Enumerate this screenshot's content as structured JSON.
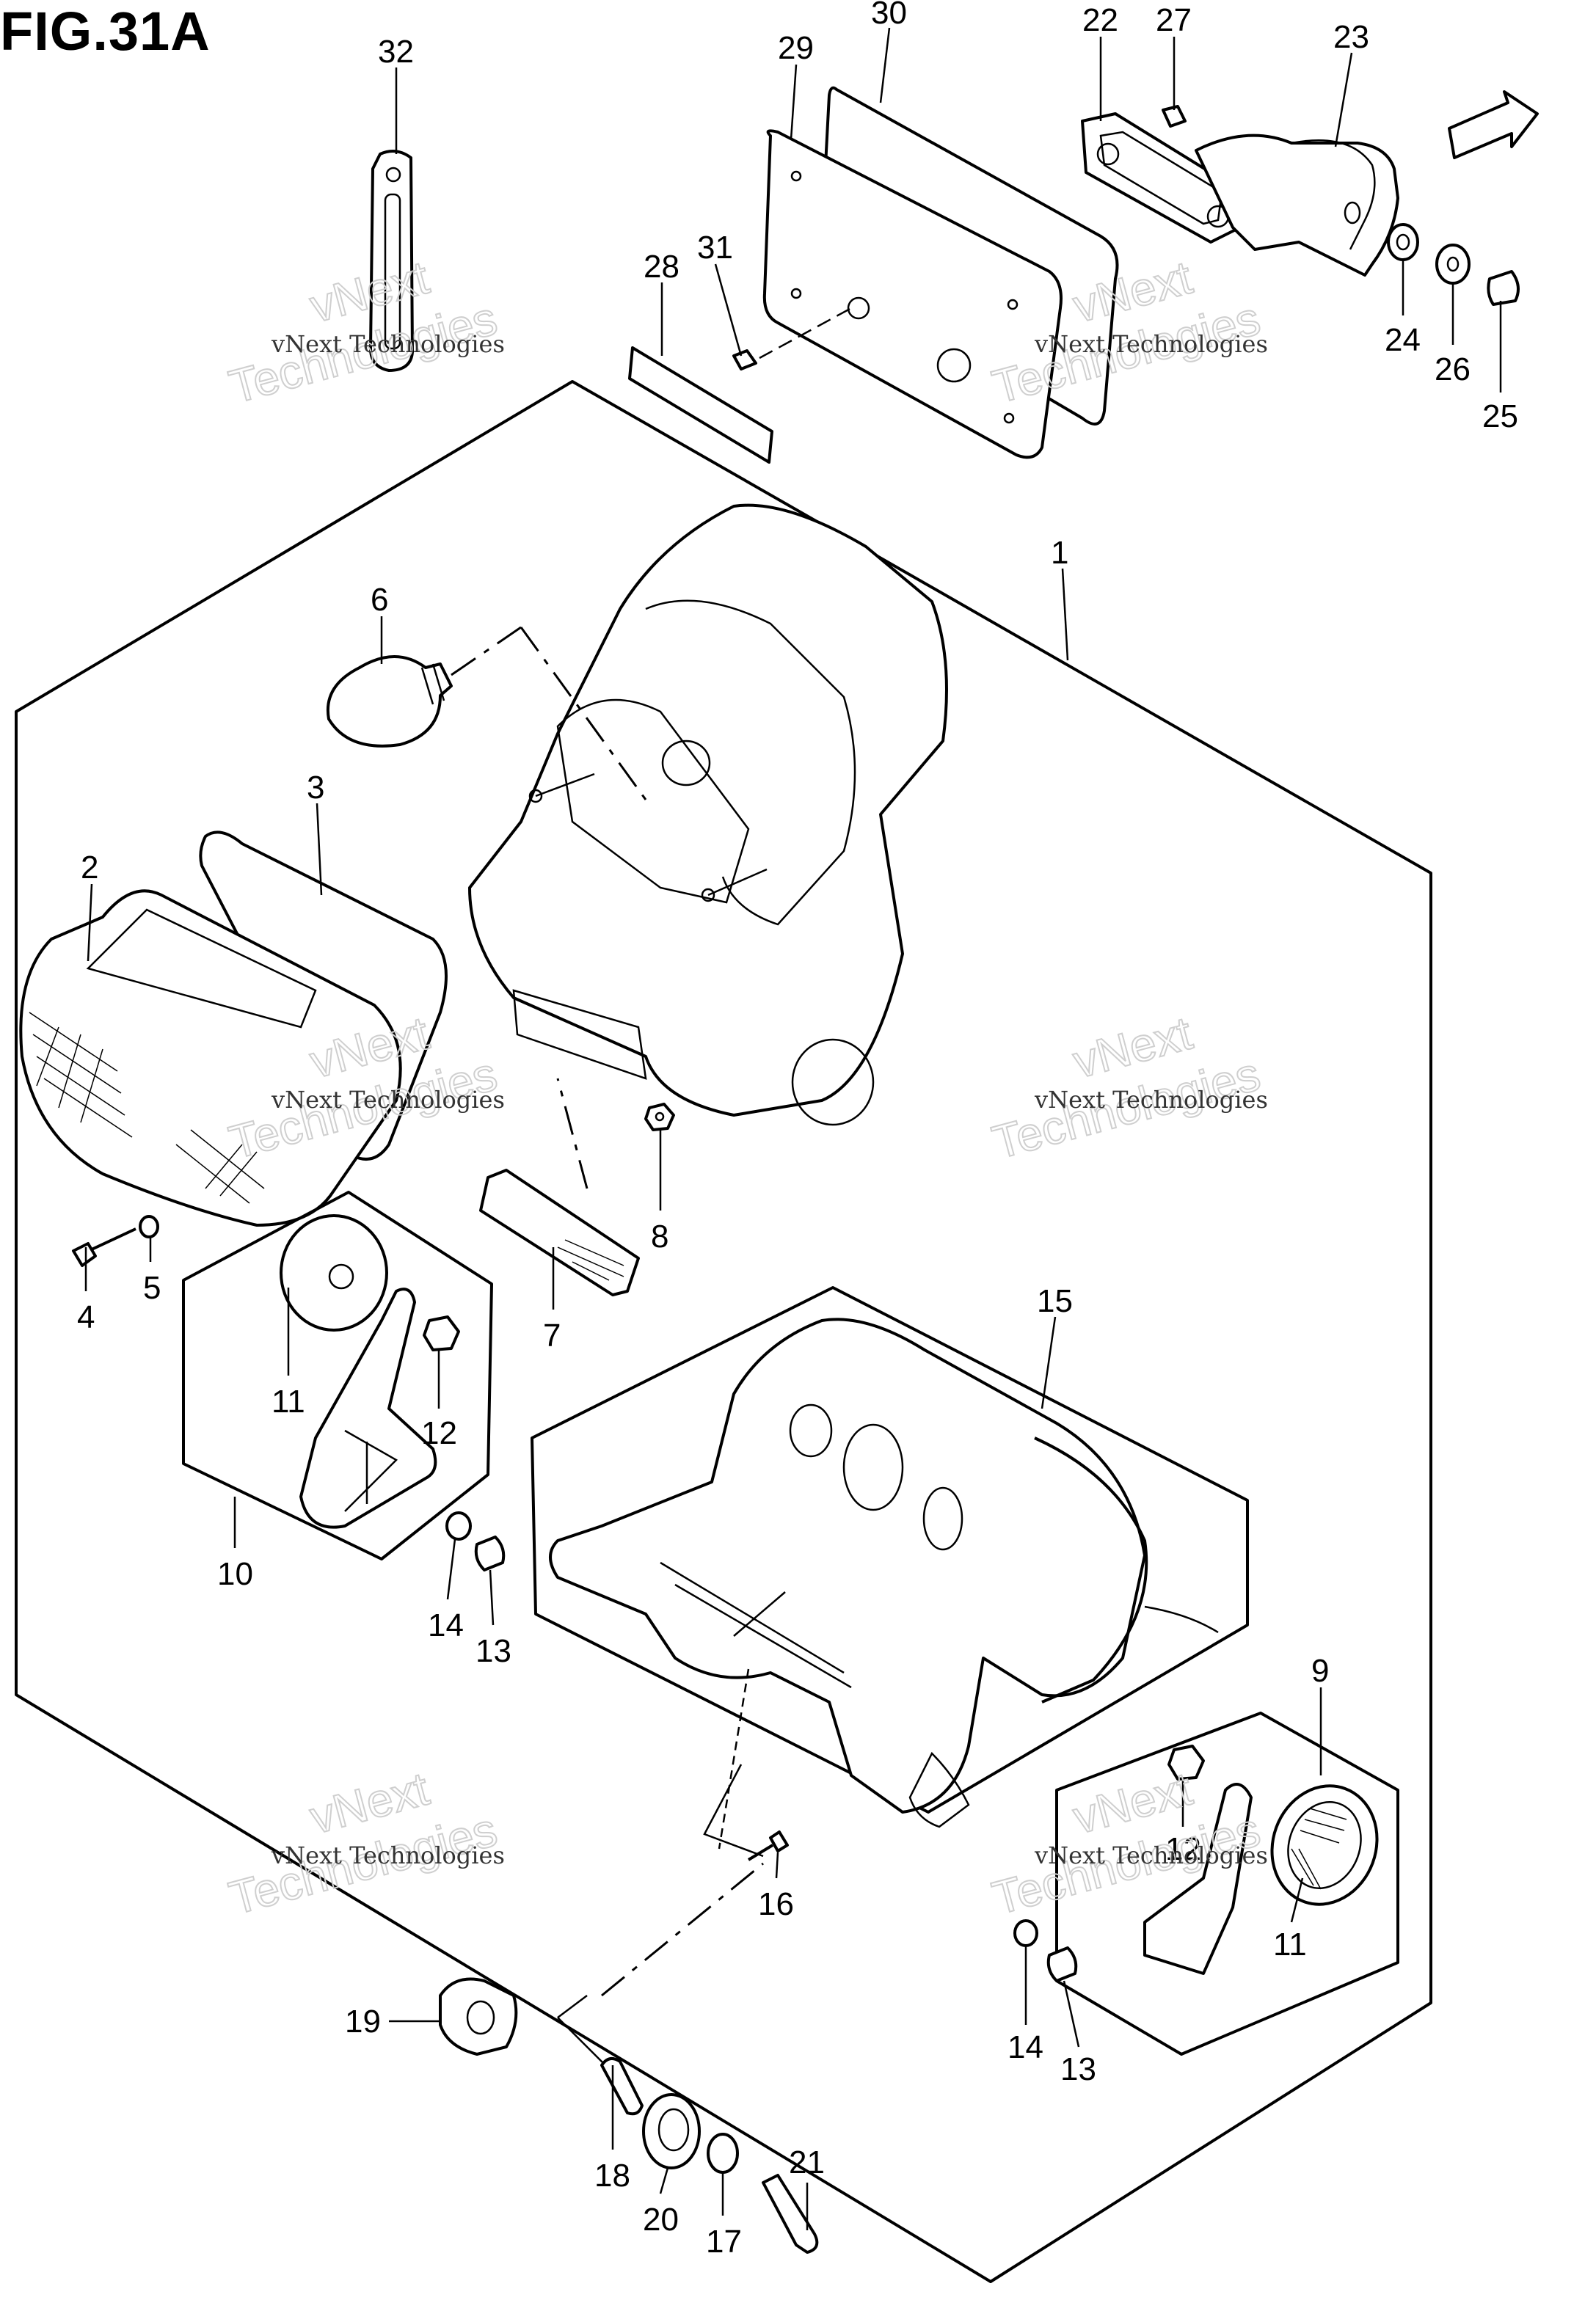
{
  "figure": {
    "title": "FIG.31A",
    "fwd_label": "FWD"
  },
  "watermark": {
    "line1": "vNext Technologies",
    "line2": "vNext",
    "line3": "Technologies"
  },
  "callouts": [
    "1",
    "2",
    "3",
    "4",
    "5",
    "6",
    "7",
    "8",
    "9",
    "10",
    "11",
    "12",
    "13",
    "14",
    "15",
    "16",
    "17",
    "18",
    "19",
    "20",
    "21",
    "22",
    "23",
    "24",
    "25",
    "26",
    "27",
    "28",
    "29",
    "30",
    "31",
    "32"
  ],
  "callouts_repeat": [
    "11",
    "12",
    "13",
    "14"
  ]
}
